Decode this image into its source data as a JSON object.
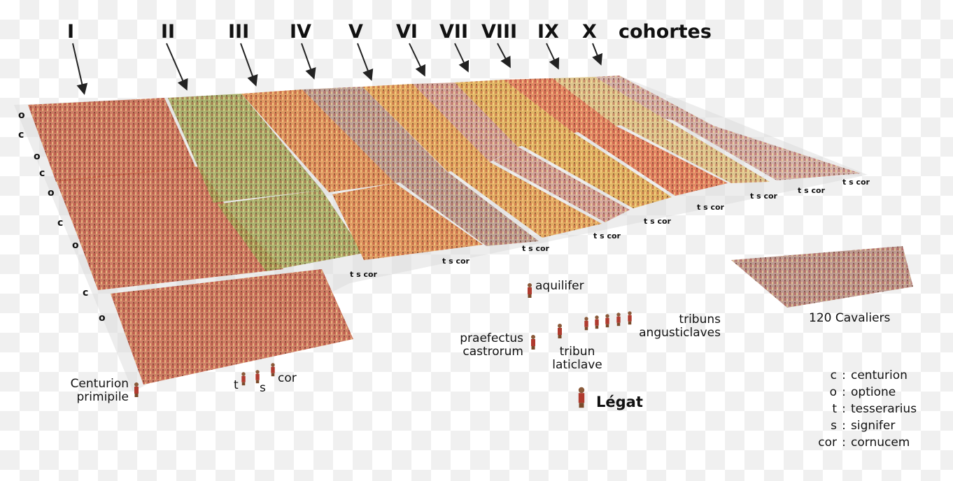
{
  "header": {
    "numerals": [
      "I",
      "II",
      "III",
      "IV",
      "V",
      "VI",
      "VII",
      "VIII",
      "IX",
      "X"
    ],
    "word": "cohortes"
  },
  "colors": {
    "coh1": "#c86a4e",
    "coh2": "#9fa85a",
    "coh3": "#dd8a4a",
    "coh4": "#b59488",
    "coh5": "#e3a04c",
    "coh6": "#cf9a8e",
    "coh7": "#e0ac4e",
    "coh8": "#e0764e",
    "coh9": "#dcc080",
    "coh10": "#cfa8a0",
    "cavalry": "#b48a80",
    "ground_fill": "#d8d8d8"
  },
  "first_cohort": {
    "rank_marks": [
      "o",
      "c",
      "o",
      "c",
      "o",
      "c",
      "o",
      "c",
      "o"
    ],
    "signals": [
      "t",
      "s",
      "cor"
    ],
    "centurion_primipile": [
      "Centurion",
      "primipile"
    ]
  },
  "signal_groups": [
    "t s cor",
    "t s cor",
    "t s cor",
    "t s cor",
    "t s cor",
    "t s cor",
    "t s cor",
    "t s cor",
    "t s cor"
  ],
  "command": {
    "aquilifer": "aquilifer",
    "praefectus": [
      "praefectus",
      "castrorum"
    ],
    "tribun_laticlave": [
      "tribun",
      "laticlave"
    ],
    "tribuns_angusticlaves": [
      "tribuns",
      "angusticlaves"
    ],
    "legat": "Légat"
  },
  "cavalry": {
    "label": "120 Cavaliers"
  },
  "legend": [
    {
      "key": "c",
      "sep": ":",
      "value": "centurion"
    },
    {
      "key": "o",
      "sep": ":",
      "value": "optione"
    },
    {
      "key": "t",
      "sep": ":",
      "value": "tesserarius"
    },
    {
      "key": "s",
      "sep": ":",
      "value": "signifer"
    },
    {
      "key": "cor",
      "sep": ":",
      "value": "cornucem"
    }
  ]
}
